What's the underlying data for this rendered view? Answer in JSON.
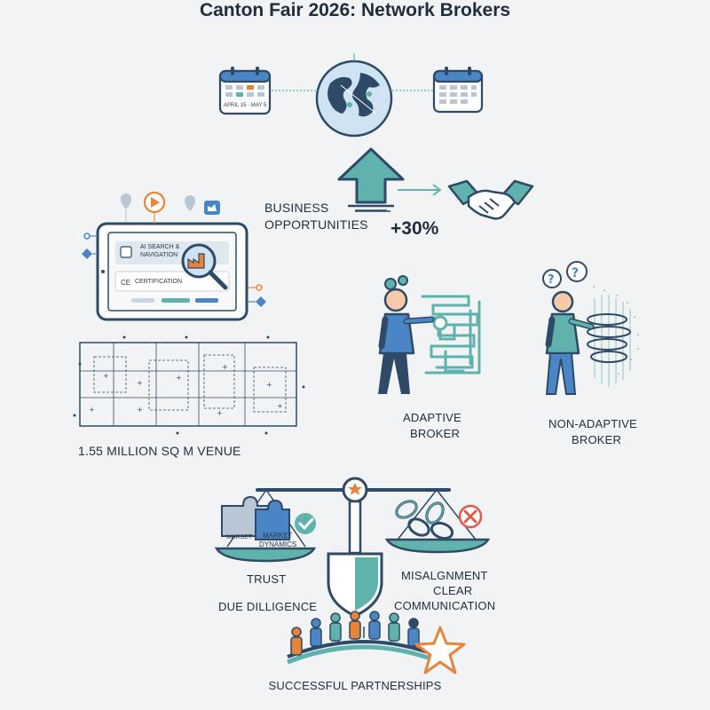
{
  "title": "Canton Fair 2026: Network Brokers",
  "calendar_left": {
    "header": "",
    "dates": "APRIL 15 - MAY 5"
  },
  "calendar_right": {
    "header": ""
  },
  "opportunities": {
    "line1": "BUSINESS",
    "line2": "OPPORTUNITIES",
    "growth": "+30%"
  },
  "tablet": {
    "row1_line1": "AI SEARCH &",
    "row1_line2": "NAVIGATION",
    "row2_badge": "CE",
    "row2_text": "CERTIFICATION"
  },
  "venue": {
    "label": "1.55 MILLION SQ M VENUE"
  },
  "brokers": {
    "adaptive_line1": "ADAPTIVE",
    "adaptive_line2": "BROKER",
    "non_adaptive_line1": "NON-ADAPTIVE",
    "non_adaptive_line2": "BROKER"
  },
  "scale": {
    "puzzle_small": "MARSET",
    "puzzle_line1": "MARKET",
    "puzzle_line2": "DYNAMICS",
    "left_label1": "TRUST",
    "left_label2": "DUE DILLIGENCE",
    "right_label1": "MISALGNMENT",
    "right_label2": "CLEAR",
    "right_label3": "COMMUNICATION"
  },
  "footer": {
    "label": "SUCCESSFUL PARTNERSHIPS"
  },
  "colors": {
    "teal": "#5fb3ac",
    "navy": "#2e4a66",
    "blue": "#4a86c5",
    "orange": "#e8833a",
    "red": "#e05a4a"
  }
}
